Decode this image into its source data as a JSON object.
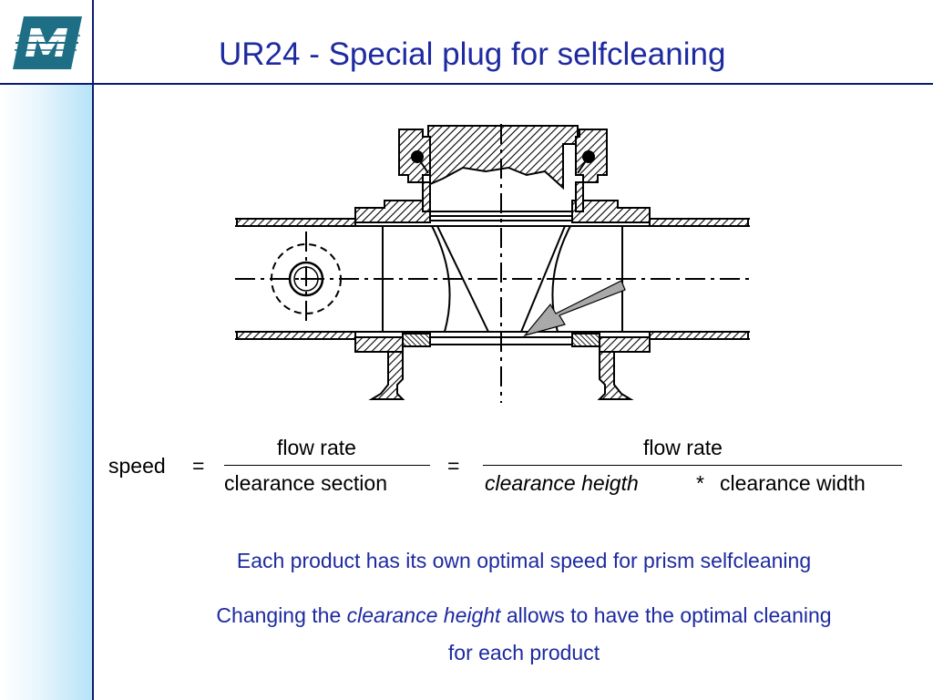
{
  "slide": {
    "title": "UR24 - Special plug for selfcleaning",
    "logo": {
      "icon": "company-logo-icon",
      "color": "#1e6f85"
    }
  },
  "formula": {
    "lhs": "speed",
    "equals": "=",
    "frac1_numerator": "flow rate",
    "frac1_denominator": "clearance section",
    "frac2_numerator": "flow rate",
    "frac2_denominator_a": "clearance heigth",
    "times": "*",
    "frac2_denominator_b": "clearance width"
  },
  "captions": {
    "line1": "Each product has its own optimal speed for prism selfcleaning",
    "line2_prefix": "Changing the ",
    "line2_emphasis": "clearance height",
    "line2_suffix": " allows to have the optimal cleaning",
    "line3": "for each product"
  },
  "colors": {
    "title_blue": "#1d2aa0",
    "frame_navy": "#0a1a72",
    "sidebar_blue": "#b7e3f8",
    "arrow_gray": "#a9a9a9"
  }
}
